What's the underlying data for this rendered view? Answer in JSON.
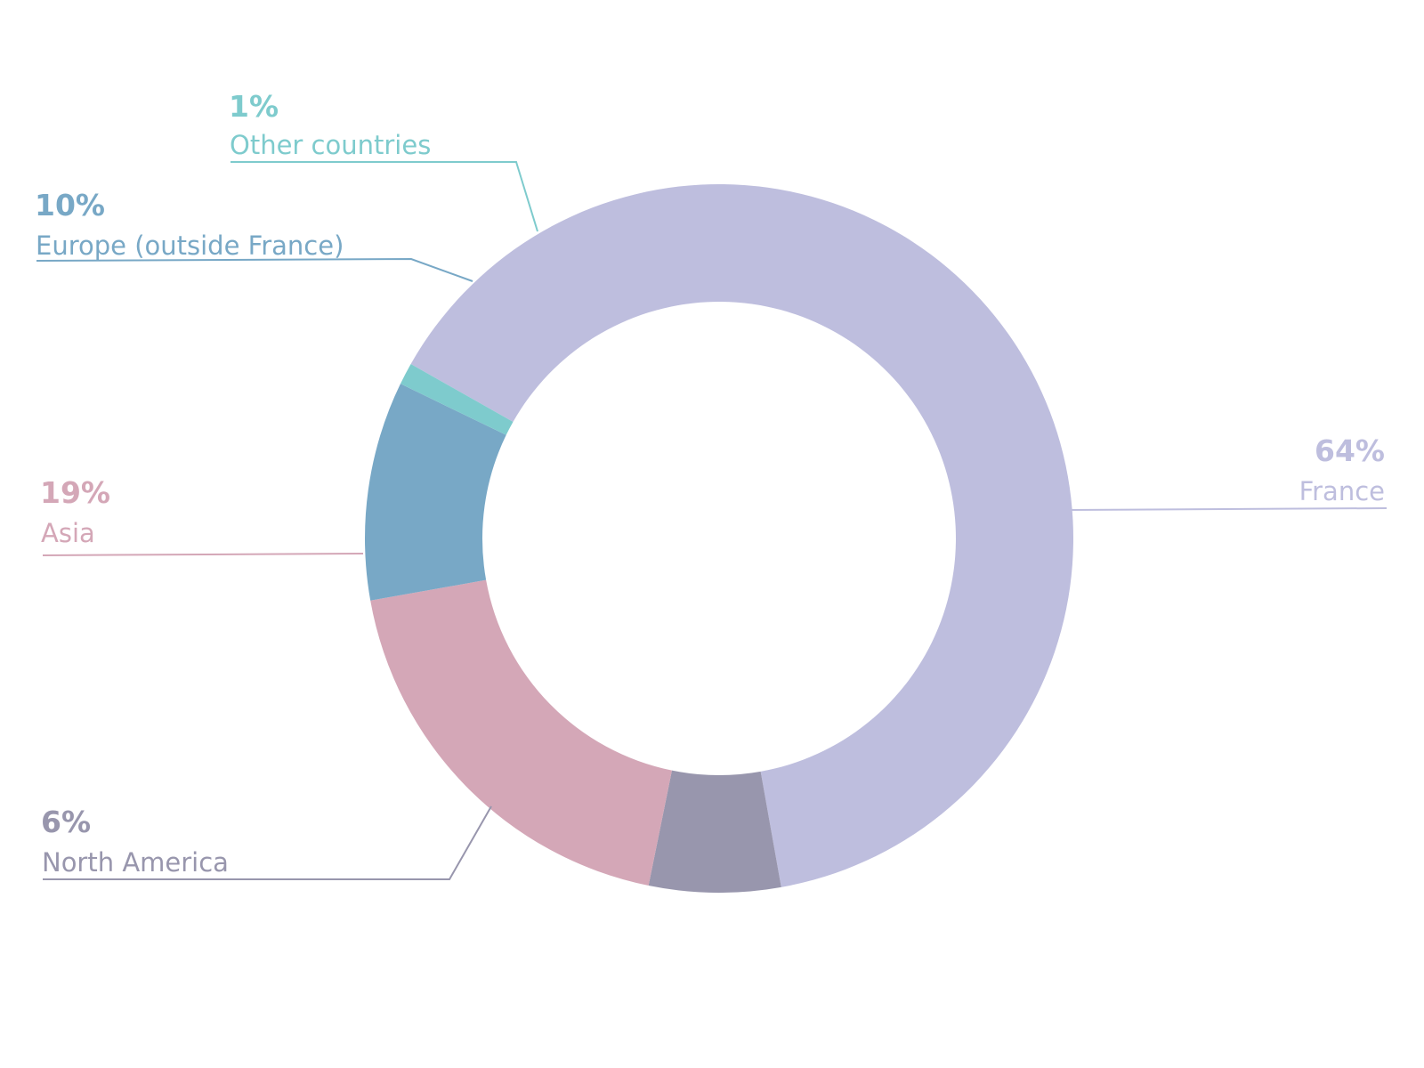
{
  "chart_data": {
    "type": "pie",
    "variant": "donut",
    "categories": [
      "France",
      "North America",
      "Asia",
      "Europe (outside France)",
      "Other countries"
    ],
    "values": [
      64,
      6,
      19,
      10,
      1
    ],
    "labels": [
      {
        "name": "France",
        "percent": "64%",
        "color": "#bebede"
      },
      {
        "name": "North America",
        "percent": "6%",
        "color": "#9896ad"
      },
      {
        "name": "Asia",
        "percent": "19%",
        "color": "#d4a7b7"
      },
      {
        "name": "Europe (outside France)",
        "percent": "10%",
        "color": "#78a8c6"
      },
      {
        "name": "Other countries",
        "percent": "1%",
        "color": "#7ecbcd"
      }
    ],
    "legend": "callouts",
    "grid": false
  }
}
